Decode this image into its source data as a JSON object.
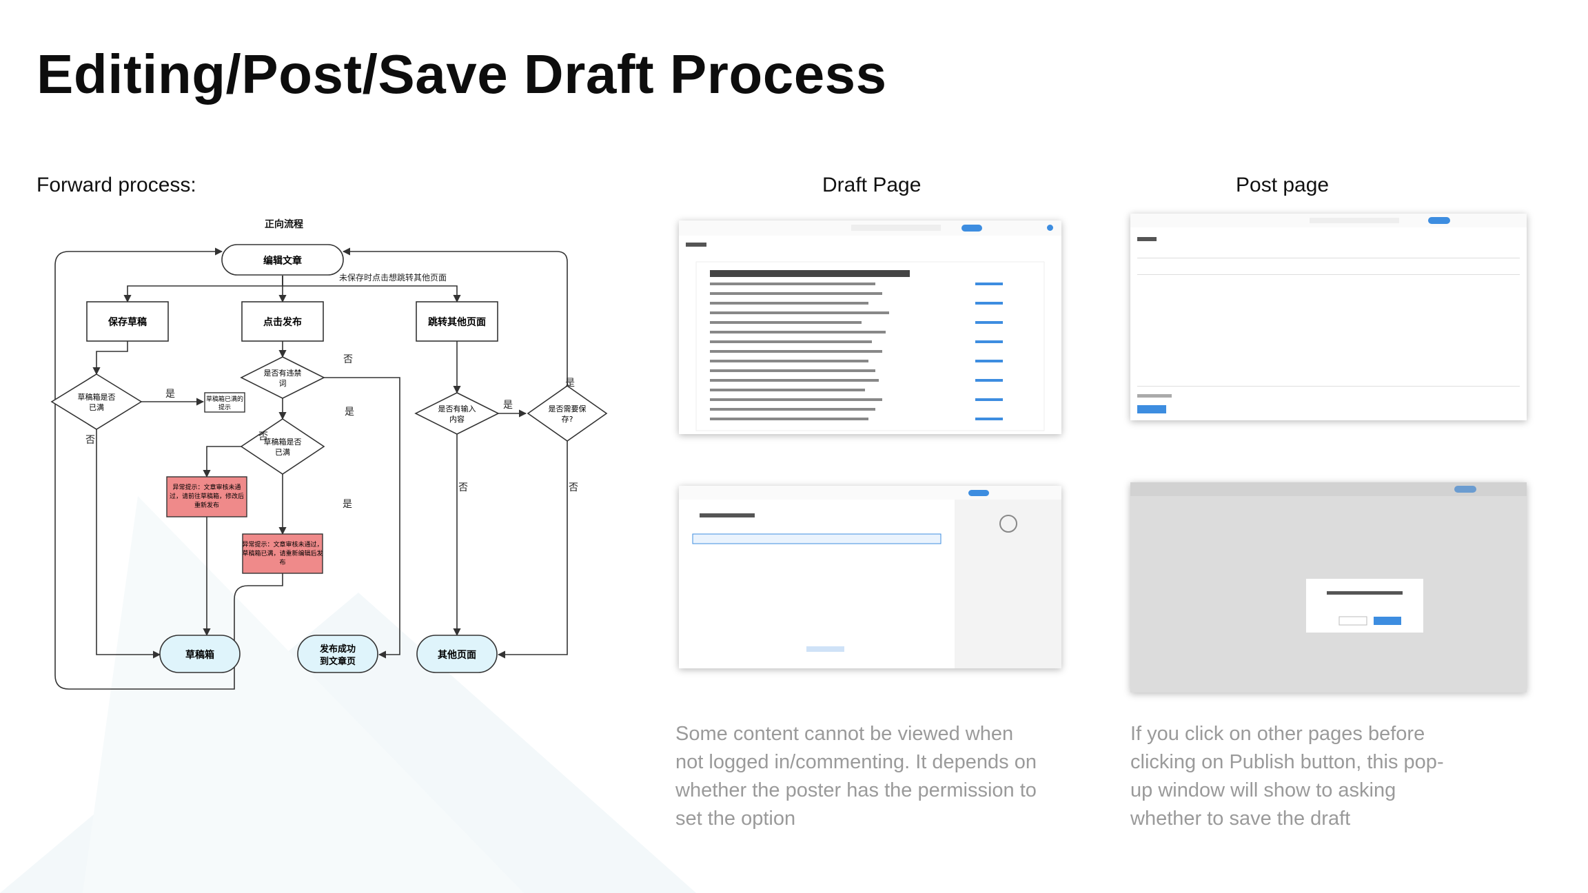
{
  "title": "Editing/Post/Save Draft Process",
  "sections": {
    "forward": "Forward process:",
    "draft": "Draft Page",
    "post": "Post page"
  },
  "flowchart": {
    "heading": "正向流程",
    "edit": "编辑文章",
    "unsaved_note": "未保存时点击想跳转其他页面",
    "save_draft": "保存草稿",
    "publish": "点击发布",
    "jump_other": "跳转其他页面",
    "draft_full_q": [
      "草稿箱是否",
      "已满"
    ],
    "draft_full_tip": [
      "草稿箱已满的",
      "提示"
    ],
    "banned_q": [
      "是否有违禁",
      "词"
    ],
    "full_q2": [
      "草稿箱是否",
      "已满"
    ],
    "input_q": [
      "是否有输入",
      "内容"
    ],
    "need_save_q": [
      "是否需要保",
      "存?"
    ],
    "error1": [
      "异常提示：文章审核未通",
      "过，请前往草稿箱，修改后",
      "重新发布"
    ],
    "error2": [
      "异常提示：文章审核未通过，",
      "草稿箱已满，请重新编辑后发",
      "布"
    ],
    "draft_box": "草稿箱",
    "published": [
      "发布成功",
      "到文章页"
    ],
    "other_page": "其他页面",
    "yes": "是",
    "no": "否"
  },
  "captions": {
    "draft": [
      "Some content cannot be viewed when",
      "not logged in/commenting. It depends on",
      "whether the poster has the permission to",
      "set the option"
    ],
    "post": [
      "If you click on other pages before",
      "clicking on Publish button, this pop-",
      "up window will show to asking",
      "whether to save the draft"
    ]
  },
  "colors": {
    "error_fill": "#ef8a8a",
    "terminal_fill": "#dff4fb",
    "accent": "#3d8de0",
    "caption": "#9a9a9a"
  }
}
